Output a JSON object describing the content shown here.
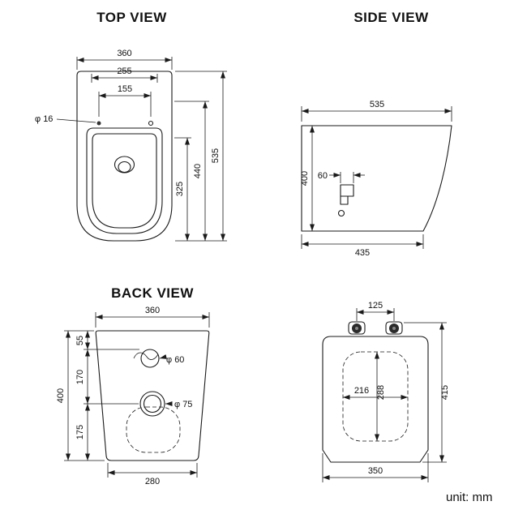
{
  "unit_label": "unit: mm",
  "colors": {
    "line": "#1a1a1a",
    "text": "#111111",
    "background": "#ffffff"
  },
  "top_view": {
    "title": "TOP VIEW",
    "overall_width": "360",
    "inner_width": "255",
    "hole_spacing": "155",
    "hole_diameter": "φ 16",
    "depth_to_holes": "325",
    "mid_depth": "440",
    "overall_depth": "535"
  },
  "side_view": {
    "title": "SIDE VIEW",
    "overall_length": "535",
    "overall_height": "400",
    "bracket_width": "60",
    "base_length": "435"
  },
  "back_view": {
    "title": "BACK VIEW",
    "top_width": "360",
    "inlet_offset": "55",
    "inlet_to_outlet": "170",
    "overall_height": "400",
    "outlet_to_base": "175",
    "inlet_diameter": "φ 60",
    "outlet_diameter": "φ 75",
    "bottom_width": "280"
  },
  "seat_view": {
    "hinge_spacing": "125",
    "opening_length": "288",
    "opening_width": "216",
    "overall_length": "415",
    "overall_width": "350"
  }
}
